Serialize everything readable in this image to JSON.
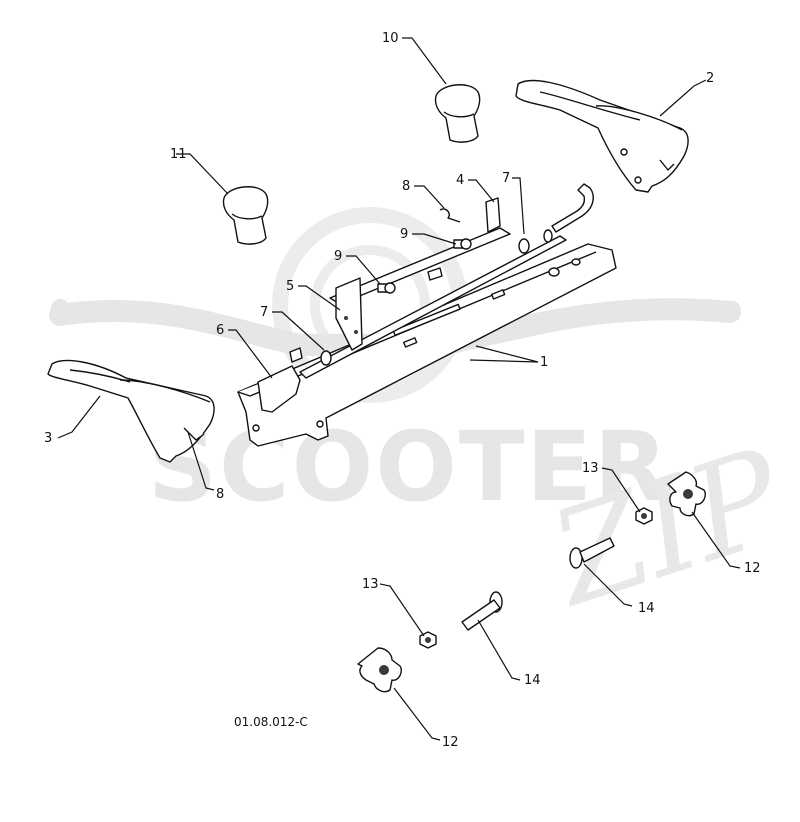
{
  "watermark": {
    "brand": "SCOOTER",
    "suffix": "ZIP"
  },
  "drawing_code": "01.08.012-C",
  "callouts": [
    {
      "id": "c1",
      "label": "1"
    },
    {
      "id": "c2",
      "label": "2"
    },
    {
      "id": "c3",
      "label": "3"
    },
    {
      "id": "c4",
      "label": "4"
    },
    {
      "id": "c5",
      "label": "5"
    },
    {
      "id": "c6",
      "label": "6"
    },
    {
      "id": "c7a",
      "label": "7"
    },
    {
      "id": "c7b",
      "label": "7"
    },
    {
      "id": "c8a",
      "label": "8"
    },
    {
      "id": "c8b",
      "label": "8"
    },
    {
      "id": "c9a",
      "label": "9"
    },
    {
      "id": "c9b",
      "label": "9"
    },
    {
      "id": "c10",
      "label": "10"
    },
    {
      "id": "c11",
      "label": "11"
    },
    {
      "id": "c12a",
      "label": "12"
    },
    {
      "id": "c12b",
      "label": "12"
    },
    {
      "id": "c13a",
      "label": "13"
    },
    {
      "id": "c13b",
      "label": "13"
    },
    {
      "id": "c14a",
      "label": "14"
    },
    {
      "id": "c14b",
      "label": "14"
    }
  ]
}
